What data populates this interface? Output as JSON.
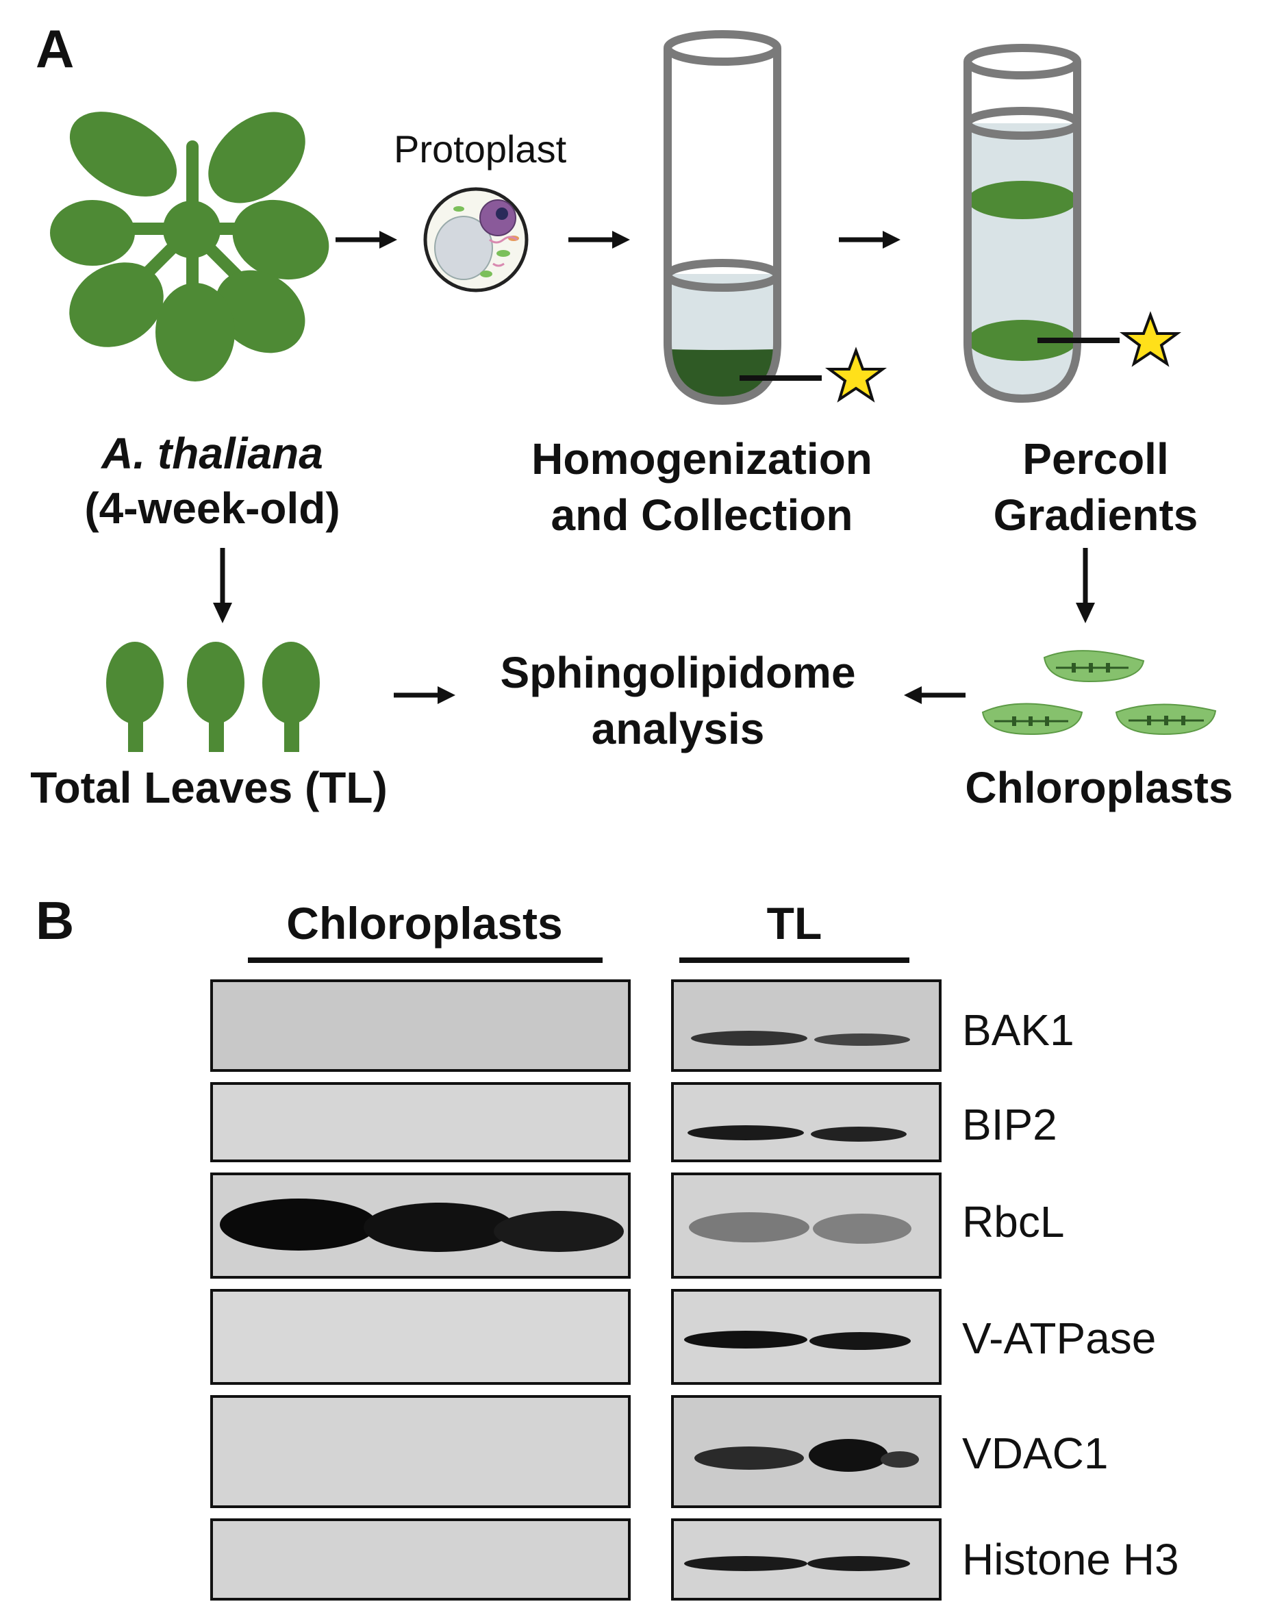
{
  "panel_a": {
    "letter": "A",
    "protoplast_label": "Protoplast",
    "plant_species": "A. thaliana",
    "plant_age": "(4-week-old)",
    "homogenization_line1": "Homogenization",
    "homogenization_line2": "and Collection",
    "percoll_line1": "Percoll",
    "percoll_line2": "Gradients",
    "total_leaves": "Total Leaves (TL)",
    "analysis_line1": "Sphingolipidome",
    "analysis_line2": "analysis",
    "chloroplasts": "Chloroplasts"
  },
  "panel_b": {
    "letter": "B",
    "group_chloroplasts": "Chloroplasts",
    "group_tl": "TL",
    "rows": [
      {
        "label": "BAK1"
      },
      {
        "label": "BIP2"
      },
      {
        "label": "RbcL"
      },
      {
        "label": "V-ATPase"
      },
      {
        "label": "VDAC1"
      },
      {
        "label": "Histone H3"
      }
    ]
  },
  "colors": {
    "leaf_green": "#4e8a35",
    "pellet_green": "#2f5a25",
    "tube_fill": "#d9e3e6",
    "tube_outline": "#7a7a7a",
    "star": "#ffe01a",
    "chloroplast_light": "#86c16d",
    "blot_bg": "#d3d3d3",
    "band_dark": "#111111"
  }
}
